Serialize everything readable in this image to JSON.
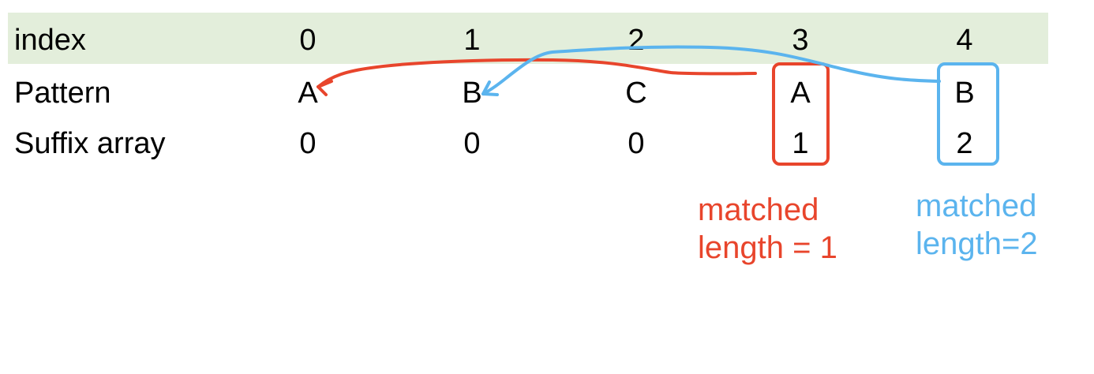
{
  "table": {
    "rows": [
      {
        "label": "index",
        "cells": [
          "0",
          "1",
          "2",
          "3",
          "4"
        ]
      },
      {
        "label": "Pattern",
        "cells": [
          "A",
          "B",
          "C",
          "A",
          "B"
        ]
      },
      {
        "label": "Suffix array",
        "cells": [
          "0",
          "0",
          "0",
          "1",
          "2"
        ]
      }
    ]
  },
  "annotations": {
    "red": {
      "line1": "matched",
      "line2": "length = 1"
    },
    "blue": {
      "line1": "matched",
      "line2": "length=2"
    }
  },
  "colors": {
    "header_band": "#e3eedb",
    "red": "#e8452c",
    "blue": "#5bb4ee"
  }
}
